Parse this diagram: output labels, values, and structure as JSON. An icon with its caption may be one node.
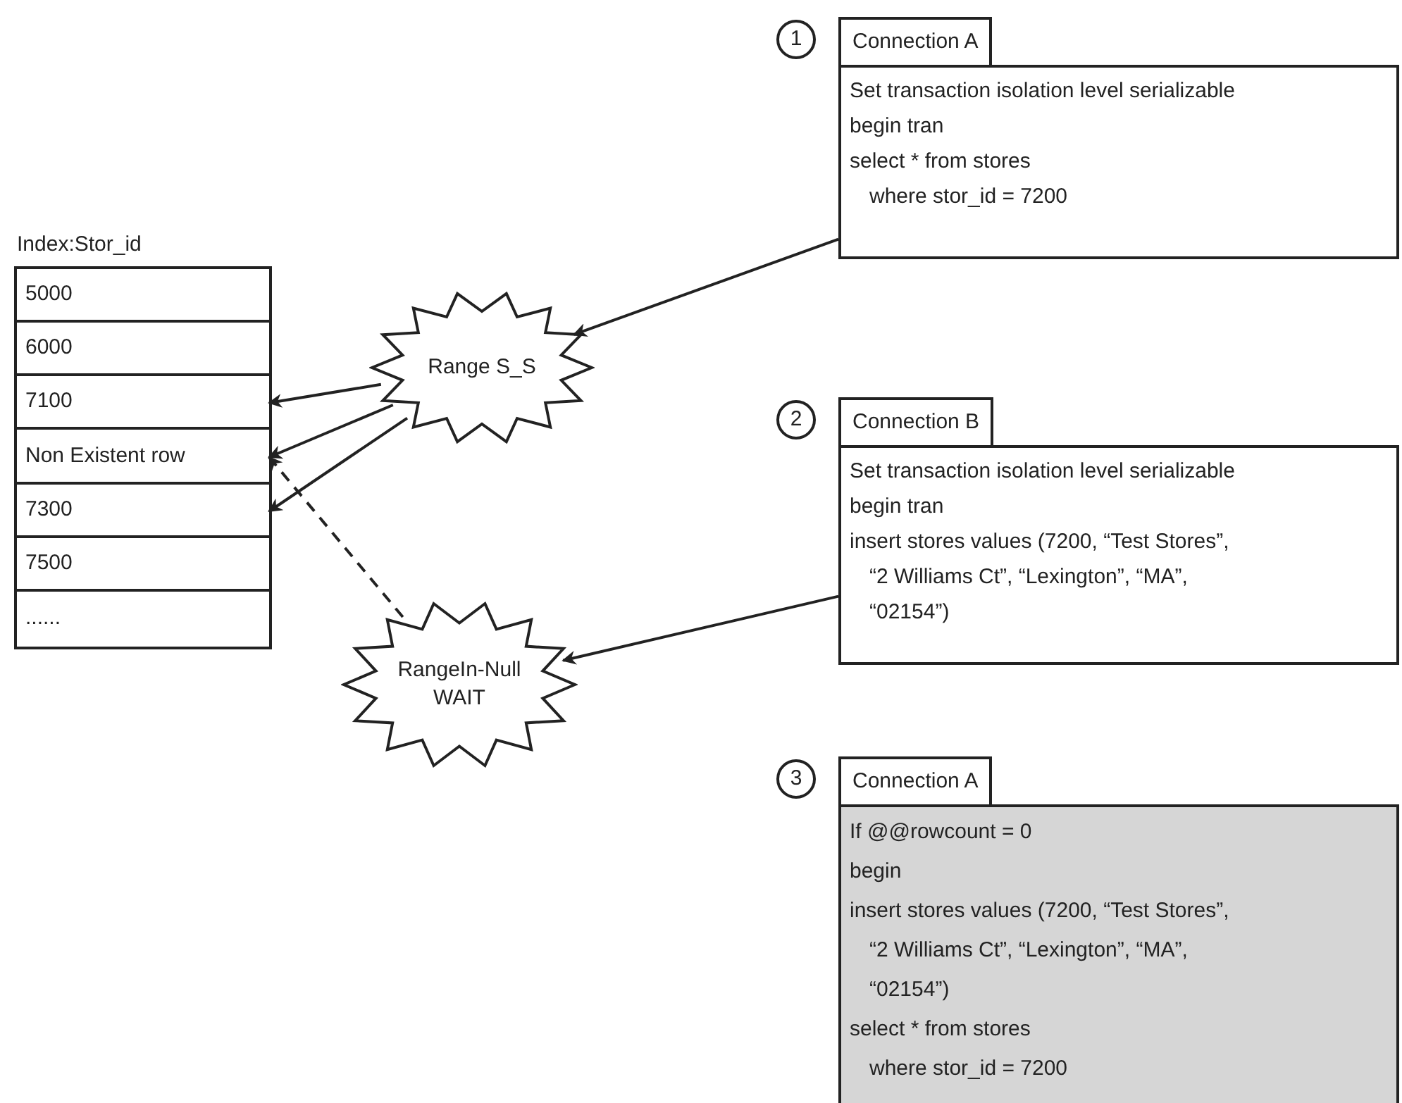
{
  "diagram": {
    "nodes": [
      {
        "text": [
          "Index:Stor_id"
        ]
      },
      {
        "text": [
          "5000"
        ],
        "in": 0
      },
      {
        "text": [
          "6000"
        ],
        "in": 0
      },
      {
        "text": [
          "7100"
        ],
        "in": 0
      },
      {
        "text": [
          "Non Existent row"
        ],
        "in": 0
      },
      {
        "text": [
          "7300"
        ],
        "in": 0
      },
      {
        "text": [
          "7500"
        ],
        "in": 0
      },
      {
        "text": [
          "......"
        ],
        "in": 0
      },
      {
        "text": [
          "Range S_S"
        ]
      },
      {
        "text": [
          "RangeIn-Null WAIT"
        ]
      },
      {
        "text": [
          "Connection A",
          "Set transaction isolation level serializable",
          "begin tran",
          "select * from stores",
          "where stor_id = 7200"
        ],
        "beside": [
          "1"
        ]
      },
      {
        "text": [
          "Connection B",
          "Set transaction isolation level serializable",
          "begin tran",
          "insert stores values (7200, “Test Stores”,",
          "“2 Williams Ct”, “Lexington”, “MA”,",
          "“02154”)"
        ],
        "beside": [
          "2"
        ]
      },
      {
        "text": [
          "Connection A",
          "If @@rowcount = 0",
          "begin",
          "insert stores values (7200, “Test Stores”,",
          "“2 Williams Ct”, “Lexington”, “MA”,",
          "“02154”)",
          "select * from stores",
          "where stor_id = 7200"
        ],
        "beside": [
          "3"
        ]
      }
    ],
    "edges": [
      {
        "from": 10,
        "to": 8,
        "arrow": "to"
      },
      {
        "from": 8,
        "to": 3,
        "arrow": "to"
      },
      {
        "from": 8,
        "to": 4,
        "arrow": "to"
      },
      {
        "from": 8,
        "to": 5,
        "arrow": "to"
      },
      {
        "from": 11,
        "to": 9,
        "arrow": "to"
      },
      {
        "from": 9,
        "to": 4,
        "arrow": "to",
        "style": "dashed"
      }
    ]
  }
}
